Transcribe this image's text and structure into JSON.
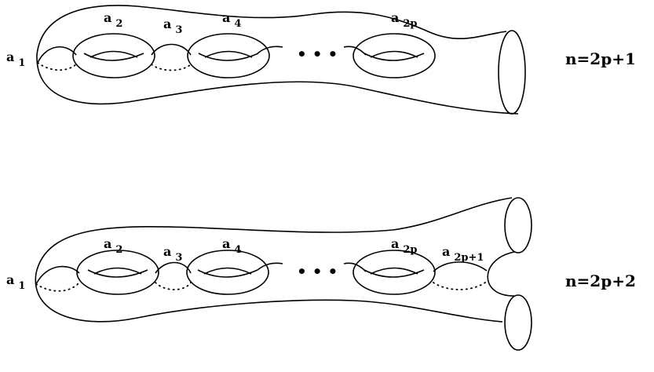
{
  "top_surface": {
    "labels": [
      {
        "base": "a",
        "sub": "1"
      },
      {
        "base": "a",
        "sub": "2"
      },
      {
        "base": "a",
        "sub": "3"
      },
      {
        "base": "a",
        "sub": "4"
      },
      {
        "base": "a",
        "sub": "2p"
      }
    ],
    "ellipsis": "• • •",
    "formula": "n=2p+1"
  },
  "bottom_surface": {
    "labels": [
      {
        "base": "a",
        "sub": "1"
      },
      {
        "base": "a",
        "sub": "2"
      },
      {
        "base": "a",
        "sub": "3"
      },
      {
        "base": "a",
        "sub": "4"
      },
      {
        "base": "a",
        "sub": "2p"
      },
      {
        "base": "a",
        "sub": "2p+1"
      }
    ],
    "ellipsis": "• • •",
    "formula": "n=2p+2"
  }
}
